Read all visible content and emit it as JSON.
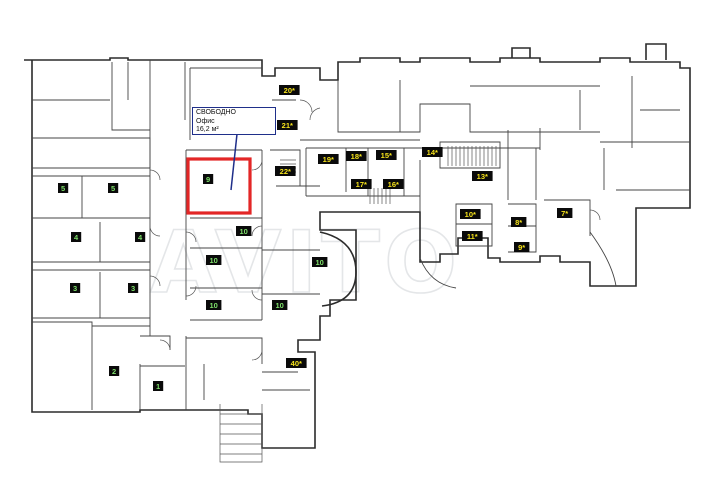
{
  "map": {
    "watermark": "AVITO",
    "colors": {
      "label_background": "#0a0a0a",
      "label_text_yellow": "#f5e21b",
      "label_text_green": "#7fe06b",
      "highlight": "#e32626",
      "callout_border": "#1f2f8a"
    },
    "callout": {
      "status": "СВОБОДНО",
      "type": "Офис",
      "area": "16,2 м²"
    },
    "highlighted_room": "9",
    "rooms": [
      {
        "id": "r20",
        "label": "20*",
        "color": "yellow"
      },
      {
        "id": "r21",
        "label": "21*",
        "color": "yellow"
      },
      {
        "id": "r22",
        "label": "22*",
        "color": "yellow"
      },
      {
        "id": "r19",
        "label": "19*",
        "color": "yellow"
      },
      {
        "id": "r18",
        "label": "18*",
        "color": "yellow"
      },
      {
        "id": "r15",
        "label": "15*",
        "color": "yellow"
      },
      {
        "id": "r14",
        "label": "14*",
        "color": "yellow"
      },
      {
        "id": "r17",
        "label": "17*",
        "color": "yellow"
      },
      {
        "id": "r16",
        "label": "16*",
        "color": "yellow"
      },
      {
        "id": "r13",
        "label": "13*",
        "color": "yellow"
      },
      {
        "id": "r12",
        "label": "10*",
        "color": "yellow"
      },
      {
        "id": "r11",
        "label": "11*",
        "color": "yellow"
      },
      {
        "id": "r8",
        "label": "8*",
        "color": "yellow"
      },
      {
        "id": "r7",
        "label": "7*",
        "color": "yellow"
      },
      {
        "id": "r9s",
        "label": "9*",
        "color": "yellow"
      },
      {
        "id": "r5a",
        "label": "5",
        "color": "green"
      },
      {
        "id": "r5b",
        "label": "5",
        "color": "green"
      },
      {
        "id": "r4a",
        "label": "4",
        "color": "green"
      },
      {
        "id": "r4b",
        "label": "4",
        "color": "green"
      },
      {
        "id": "r3a",
        "label": "3",
        "color": "green"
      },
      {
        "id": "r3b",
        "label": "3",
        "color": "green"
      },
      {
        "id": "r2",
        "label": "2",
        "color": "green"
      },
      {
        "id": "r1",
        "label": "1",
        "color": "green"
      },
      {
        "id": "r9",
        "label": "9",
        "color": "green"
      },
      {
        "id": "r10a",
        "label": "10",
        "color": "green"
      },
      {
        "id": "r10b",
        "label": "10",
        "color": "green"
      },
      {
        "id": "r10c",
        "label": "10",
        "color": "green"
      },
      {
        "id": "r10d",
        "label": "10",
        "color": "green"
      },
      {
        "id": "r10e",
        "label": "10",
        "color": "green"
      },
      {
        "id": "r40",
        "label": "40*",
        "color": "yellow"
      }
    ]
  }
}
